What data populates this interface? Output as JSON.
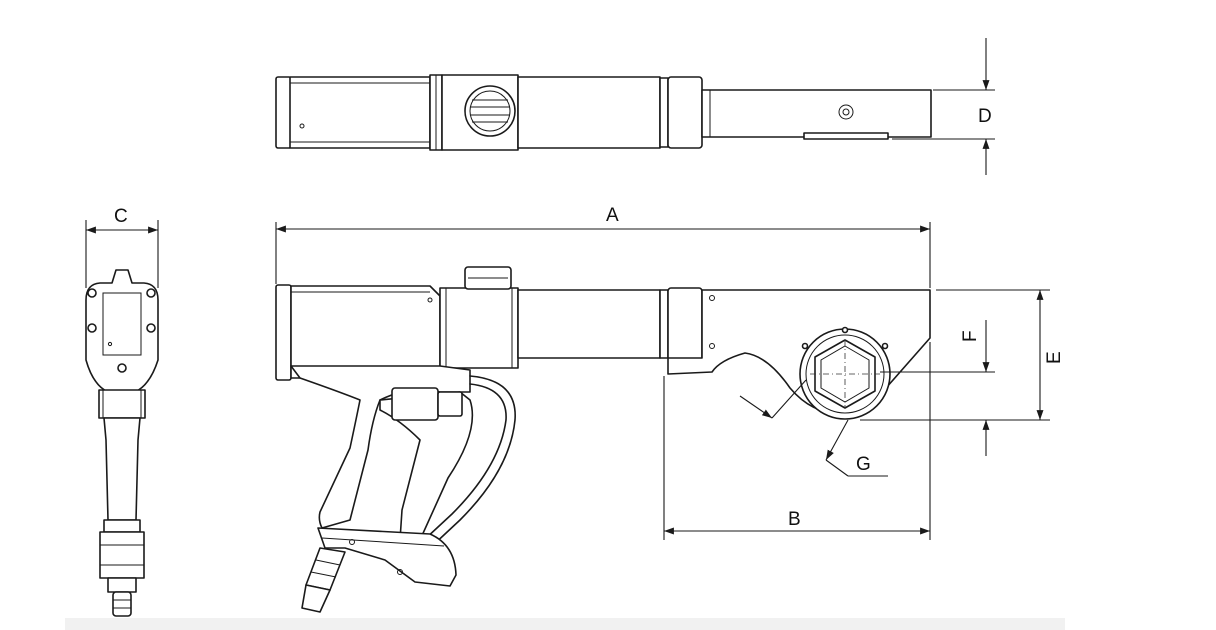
{
  "labels": {
    "a": "A",
    "b": "B",
    "c": "C",
    "d": "D",
    "e": "E",
    "f": "F",
    "g": "G"
  },
  "colors": {
    "line": "#1a1a1a",
    "background": "#ffffff"
  }
}
